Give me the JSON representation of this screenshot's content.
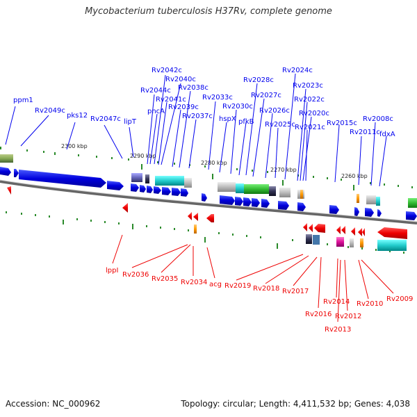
{
  "title": "Mycobacterium tuberculosis H37Rv, complete genome",
  "footer": {
    "accession": "Accession: NC_000962",
    "topology": "Topology: circular; Length: 4,411,532 bp; Genes: 4,038"
  },
  "ticks": [
    "2300 kbp",
    "2290 kbp",
    "2280 kbp",
    "2270 kbp",
    "2260 kbp"
  ],
  "genes_top": [
    "ppm1",
    "Rv2049c",
    "pks12",
    "Rv2047c",
    "lipT",
    "Rv2044c",
    "pncA",
    "Rv2042c",
    "Rv2041c",
    "Rv2040c",
    "Rv2039c",
    "Rv2038c",
    "Rv2037c",
    "Rv2033c",
    "hspX",
    "Rv2030c",
    "pfkB",
    "Rv2028c",
    "Rv2027c",
    "Rv2026c",
    "Rv2025c",
    "Rv2024c",
    "Rv2023c",
    "Rv2022c",
    "Rv2021c",
    "Rv2020c",
    "Rv2015c",
    "Rv2011c",
    "Rv2008c",
    "fdxA"
  ],
  "genes_bottom": [
    "lppI",
    "Rv2036",
    "Rv2035",
    "Rv2034",
    "acg",
    "Rv2019",
    "Rv2018",
    "Rv2017",
    "Rv2016",
    "Rv2014",
    "Rv2013",
    "Rv2012",
    "Rv2010",
    "Rv2009"
  ],
  "colors": {
    "forward_gene": "#0000ee",
    "reverse_gene": "#ee0000",
    "tick": "#228b22",
    "backbone": "#777777"
  }
}
